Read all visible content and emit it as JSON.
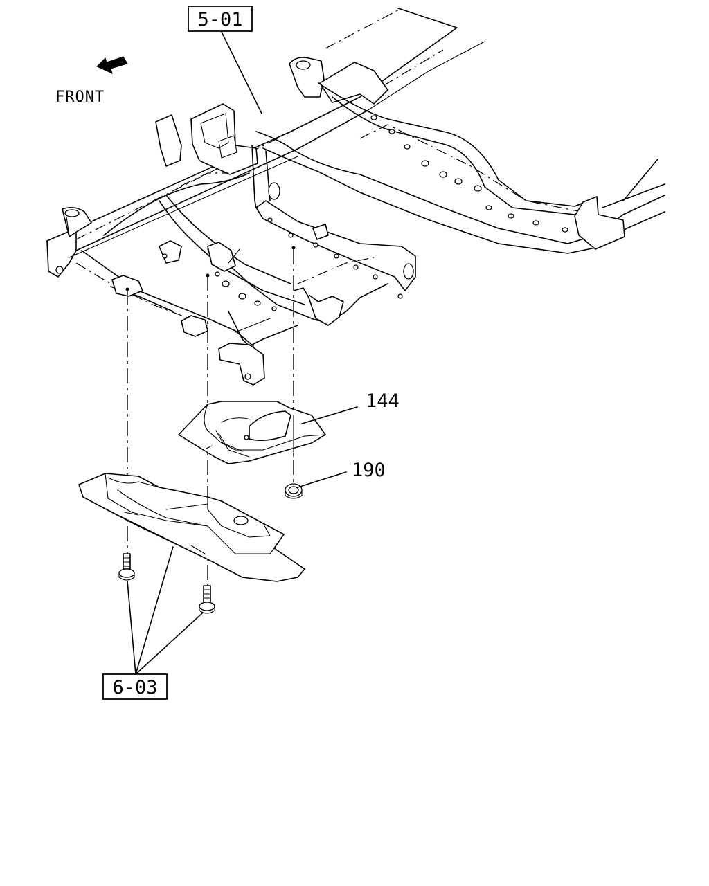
{
  "direction_indicator": {
    "label": "FRONT"
  },
  "callouts": {
    "frame_ref": "5-01",
    "fastener_ref": "6-03",
    "part_shield_small": "144",
    "part_nut": "190"
  }
}
